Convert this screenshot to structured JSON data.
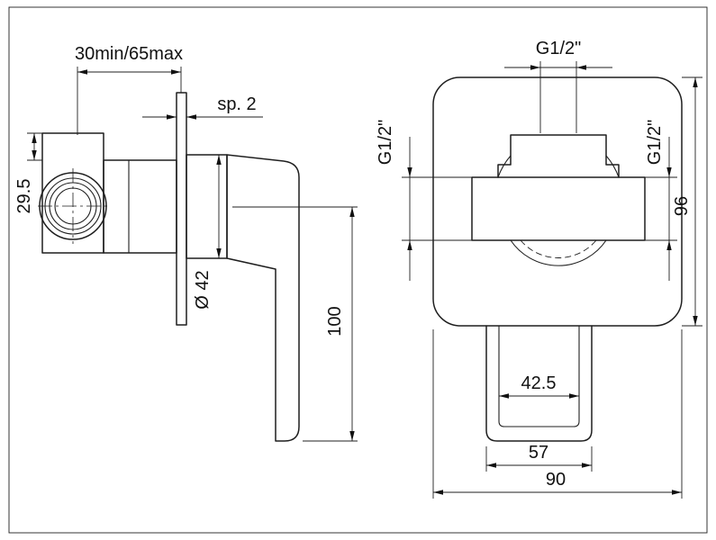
{
  "drawing": {
    "type": "technical-dimension-drawing",
    "subject": "concealed-shower-mixer",
    "style": {
      "line_color": "#1f1f1f",
      "background": "#ffffff"
    },
    "dimensions": {
      "wall_depth": "30min/65max",
      "plate_thickness": "sp. 2",
      "inlet_offset": "29.5",
      "handle_diameter": "Ø 42",
      "lever_length": "100",
      "connection_top": "G1/2\"",
      "connection_left": "G1/2\"",
      "connection_right": "G1/2\"",
      "plate_height": "96",
      "lever_inner_width": "42.5",
      "lever_width": "57",
      "plate_width": "90"
    }
  }
}
